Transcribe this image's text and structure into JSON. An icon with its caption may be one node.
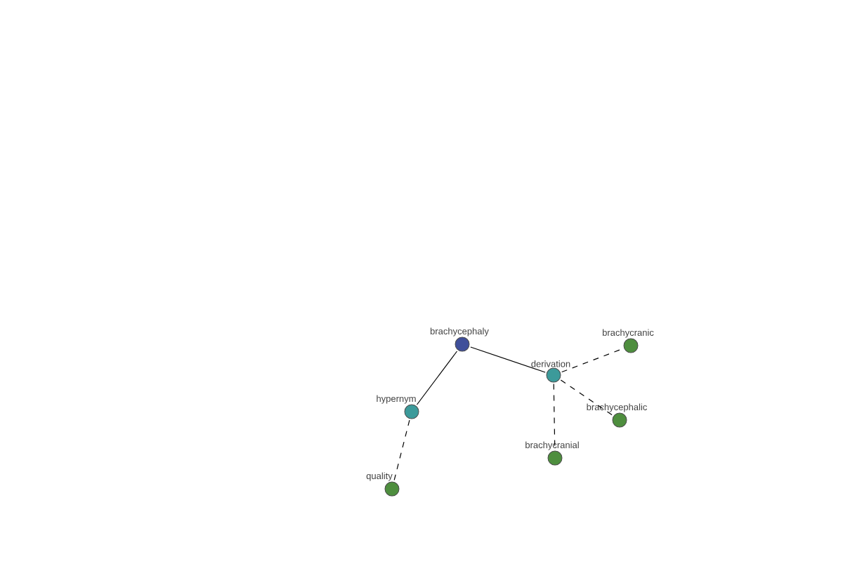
{
  "diagram": {
    "nodes": [
      {
        "text": [
          "brachycephaly"
        ]
      },
      {
        "text": [
          "derivation"
        ]
      },
      {
        "text": [
          "brachycranic"
        ]
      },
      {
        "text": [
          "brachycephalic"
        ]
      },
      {
        "text": [
          "brachycranial"
        ]
      },
      {
        "text": [
          "hypernym"
        ]
      },
      {
        "text": [
          "quality"
        ]
      }
    ],
    "edges": [
      {
        "from": 0,
        "to": 5,
        "arrow": "none"
      },
      {
        "from": 0,
        "to": 1,
        "arrow": "none"
      },
      {
        "from": 5,
        "to": 6,
        "arrow": "none",
        "style": "dashed"
      },
      {
        "from": 1,
        "to": 2,
        "arrow": "none",
        "style": "dashed"
      },
      {
        "from": 1,
        "to": 3,
        "arrow": "none",
        "style": "dashed"
      },
      {
        "from": 1,
        "to": 4,
        "arrow": "none",
        "style": "dashed"
      }
    ]
  }
}
